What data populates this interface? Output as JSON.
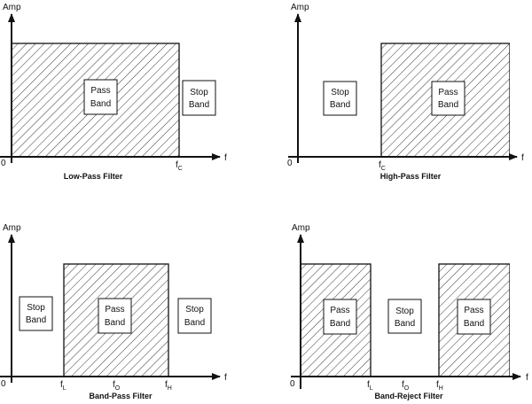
{
  "axis": {
    "y_label": "Amp",
    "x_label": "f",
    "origin": "0"
  },
  "boxes": {
    "pass": [
      "Pass",
      "Band"
    ],
    "stop": [
      "Stop",
      "Band"
    ]
  },
  "freq": {
    "f": "f",
    "c": "C",
    "l": "L",
    "o": "O",
    "h": "H"
  },
  "panels": {
    "lowpass": {
      "title": "Low-Pass Filter"
    },
    "highpass": {
      "title": "High-Pass Filter"
    },
    "bandpass": {
      "title": "Band-Pass Filter"
    },
    "bandreject": {
      "title": "Band-Reject Filter"
    }
  },
  "colors": {
    "ink": "#111111",
    "background": "#ffffff"
  }
}
